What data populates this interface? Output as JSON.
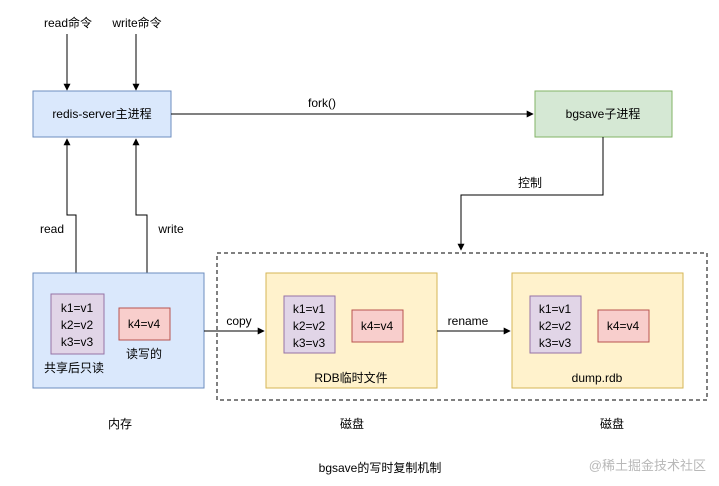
{
  "inputs": {
    "read_cmd": "read命令",
    "write_cmd": "write命令"
  },
  "main_process": {
    "label": "redis-server主进程"
  },
  "fork_label": "fork()",
  "child_process": {
    "label": "bgsave子进程"
  },
  "control_label": "控制",
  "read_label": "read",
  "write_label": "write",
  "memory": {
    "shared_kv": [
      "k1=v1",
      "k2=v2",
      "k3=v3"
    ],
    "shared_caption": "共享后只读",
    "rw_kv": "k4=v4",
    "rw_caption": "读写的",
    "caption": "内存"
  },
  "copy_label": "copy",
  "rdb_temp": {
    "kv": [
      "k1=v1",
      "k2=v2",
      "k3=v3"
    ],
    "kv_extra": "k4=v4",
    "caption": "RDB临时文件",
    "disk_caption": "磁盘"
  },
  "rename_label": "rename",
  "dump_rdb": {
    "kv": [
      "k1=v1",
      "k2=v2",
      "k3=v3"
    ],
    "kv_extra": "k4=v4",
    "caption": "dump.rdb",
    "disk_caption": "磁盘"
  },
  "figure_caption": "bgsave的写时复制机制",
  "watermark": "@稀土掘金技术社区",
  "colors": {
    "blue_fill": "#dae8fc",
    "blue_stroke": "#6c8ebf",
    "green_fill": "#d5e8d4",
    "green_stroke": "#82b366",
    "yellow_fill": "#fff2cc",
    "yellow_stroke": "#d6b656",
    "purple_fill": "#e1d5e7",
    "purple_stroke": "#9673a6",
    "red_fill": "#f8cecc",
    "red_stroke": "#b85450"
  }
}
